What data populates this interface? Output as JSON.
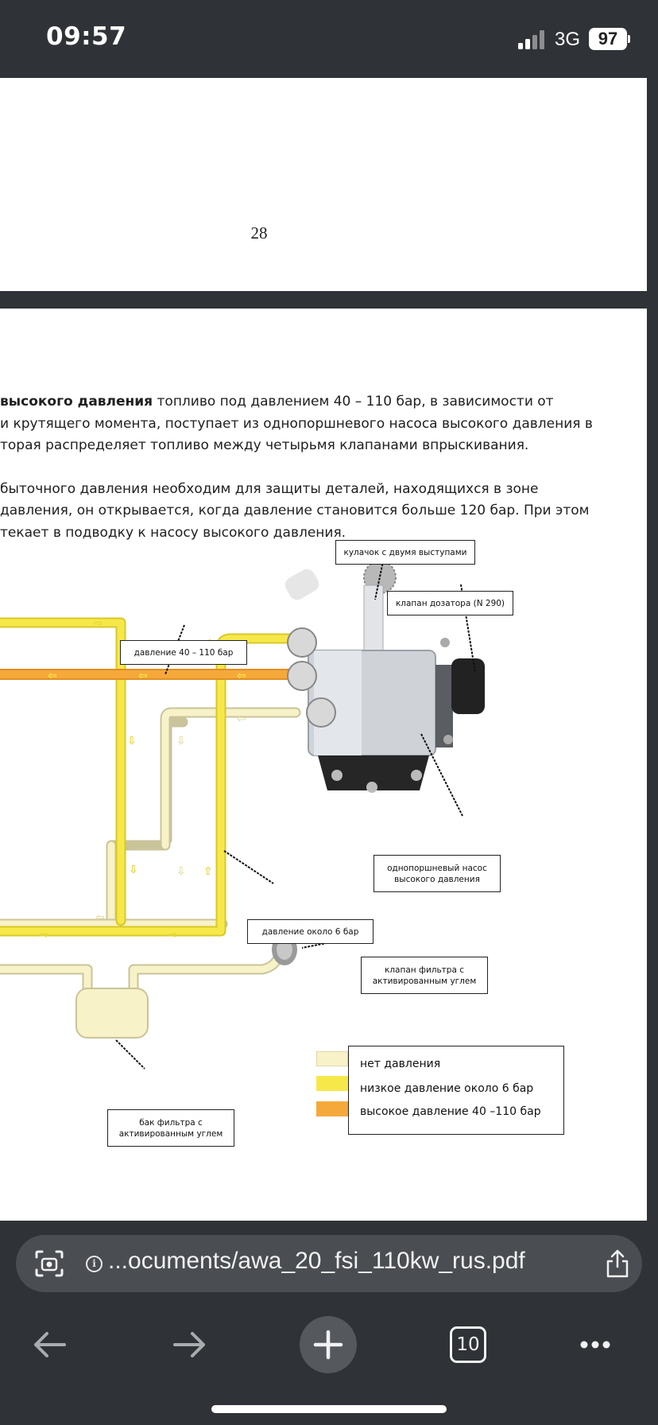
{
  "status_bar": {
    "time": "09:57",
    "network": "3G",
    "battery": "97"
  },
  "document": {
    "page_number": "28",
    "paragraph1": {
      "bold": "высокого давления",
      "line1_rest": " топливо под давлением 40 – 110 бар, в зависимости от",
      "line2": "и крутящего момента, поступает из однопоршневого насоса высокого давления в",
      "line3": "торая распределяет топливо между четырьмя клапанами впрыскивания."
    },
    "paragraph2": {
      "line1": "быточного давления необходим для защиты деталей, находящихся в зоне",
      "line2": "давления, он открывается, когда давление становится больше 120 бар. При этом",
      "line3": "текает в подводку к насосу высокого давления."
    },
    "diagram": {
      "labels": {
        "cam": "кулачок с двумя выступами",
        "metering_valve": "клапан дозатора (N 290)",
        "pressure_high": "давление 40 – 110 бар",
        "pump_line1": "однопоршневый насос",
        "pump_line2": "высокого давления",
        "pressure_low": "давление около 6 бар",
        "filter_valve_line1": "клапан фильтра с",
        "filter_valve_line2": "активированным углем",
        "tank_line1": "бак фильтра с",
        "tank_line2": "активированным углем"
      },
      "legend": [
        {
          "label": "нет давления",
          "color": "#f8f2c8"
        },
        {
          "label": "низкое давление около 6 бар",
          "color": "#f7e84a"
        },
        {
          "label": "высокое давление 40 –110 бар",
          "color": "#f5a93a"
        }
      ]
    }
  },
  "browser": {
    "url": "...ocuments/awa_20_fsi_110kw_rus.pdf",
    "tab_count": "10"
  }
}
